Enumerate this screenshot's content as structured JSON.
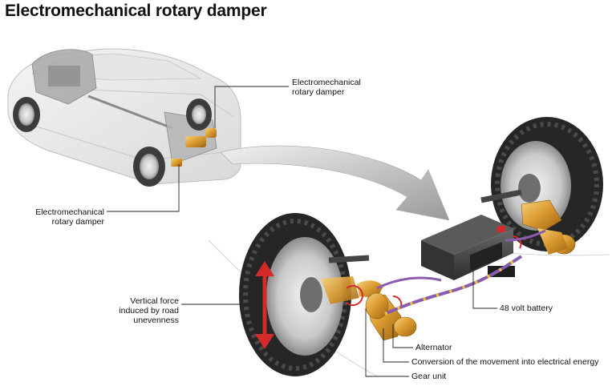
{
  "title": "Electromechanical rotary damper",
  "labels": {
    "damper_top": [
      "Electromechanical",
      "rotary damper"
    ],
    "damper_left": [
      "Electromechanical",
      "rotary damper"
    ],
    "vertical_force": [
      "Vertical force",
      "induced by road",
      "unevenness"
    ],
    "battery": "48 volt battery",
    "alternator": "Alternator",
    "conversion": "Conversion of the movement into electrical energy",
    "gear_unit": "Gear unit"
  },
  "colors": {
    "damper": "#e8a33c",
    "force_arrow": "#d42a2a",
    "cable": "#8a5cb0",
    "big_arrow": "#c8c8c8"
  }
}
